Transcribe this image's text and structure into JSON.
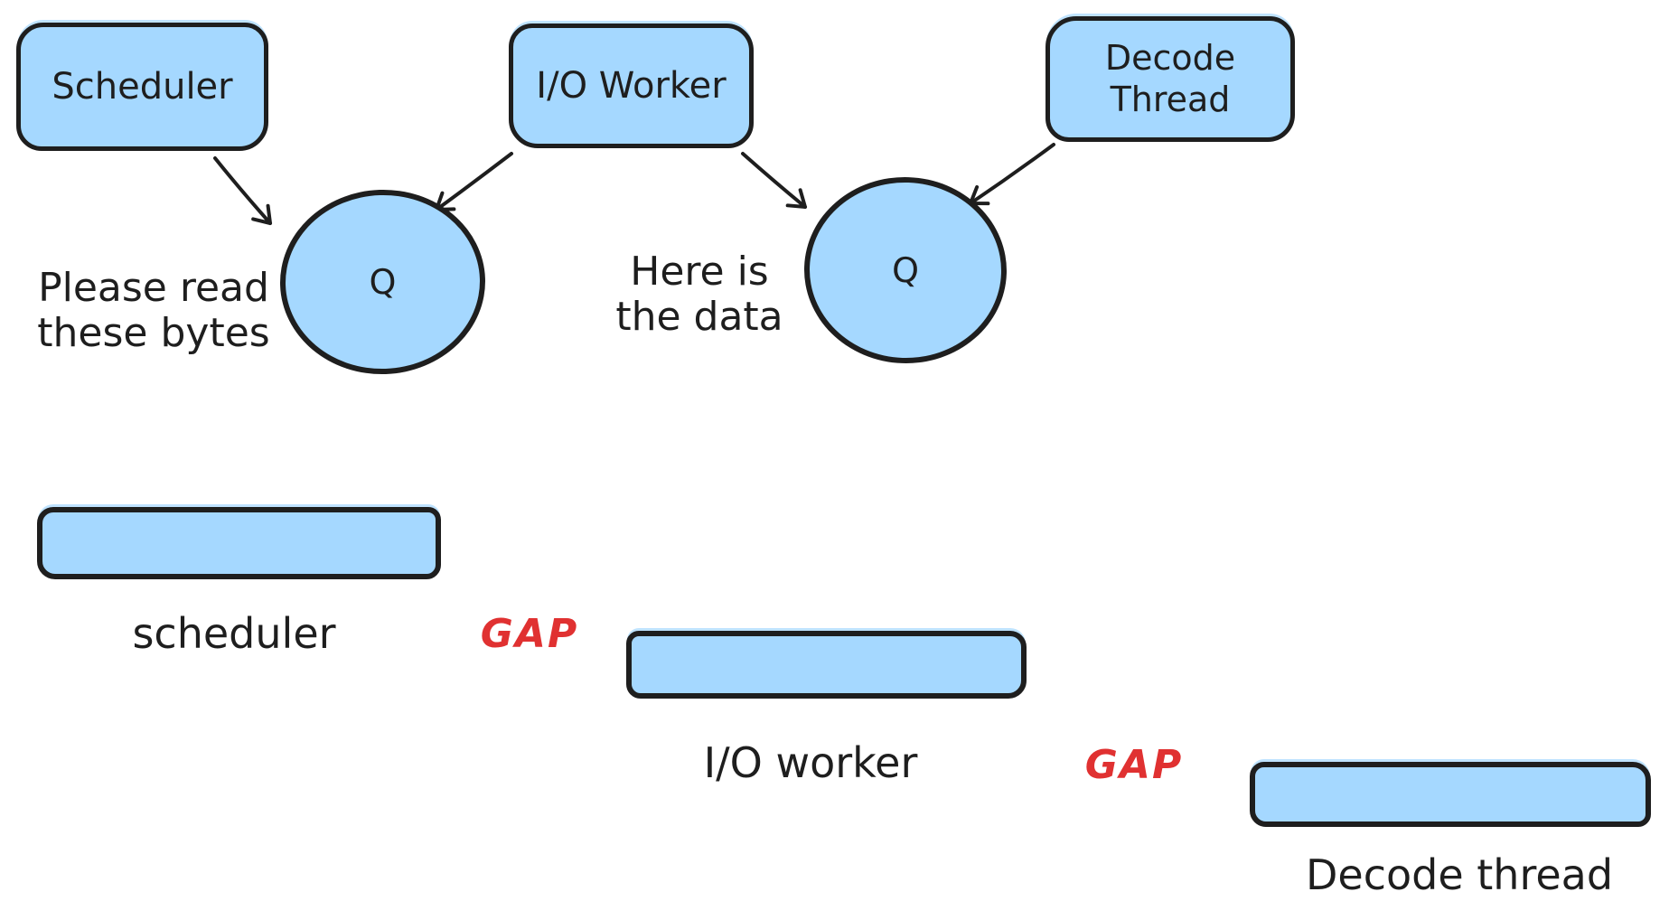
{
  "colors": {
    "shape_fill": "#a5d8ff",
    "shape_stroke": "#1e1e1e",
    "text": "#1e1e1e",
    "gap_text": "#e03131",
    "background": "#ffffff"
  },
  "flow_diagram": {
    "boxes": [
      {
        "id": "scheduler",
        "label": "Scheduler"
      },
      {
        "id": "io_worker",
        "label": "I/O Worker"
      },
      {
        "id": "decode_thread",
        "label": "Decode\nThread"
      }
    ],
    "queues": [
      {
        "id": "queue_1",
        "label": "Q"
      },
      {
        "id": "queue_2",
        "label": "Q"
      }
    ],
    "messages": [
      {
        "id": "read_request",
        "text": "Please read\nthese bytes"
      },
      {
        "id": "data_reply",
        "text": "Here is\nthe data"
      }
    ],
    "arrows": [
      {
        "from": "scheduler",
        "to": "queue_1"
      },
      {
        "from": "io_worker",
        "to": "queue_1"
      },
      {
        "from": "io_worker",
        "to": "queue_2"
      },
      {
        "from": "decode_thread",
        "to": "queue_2"
      }
    ]
  },
  "timeline": {
    "bars": [
      {
        "id": "scheduler",
        "label": "scheduler"
      },
      {
        "id": "io_worker",
        "label": "I/O worker"
      },
      {
        "id": "decode_thread",
        "label": "Decode thread"
      }
    ],
    "gaps": [
      {
        "text": "GAP"
      },
      {
        "text": "GAP"
      }
    ]
  }
}
